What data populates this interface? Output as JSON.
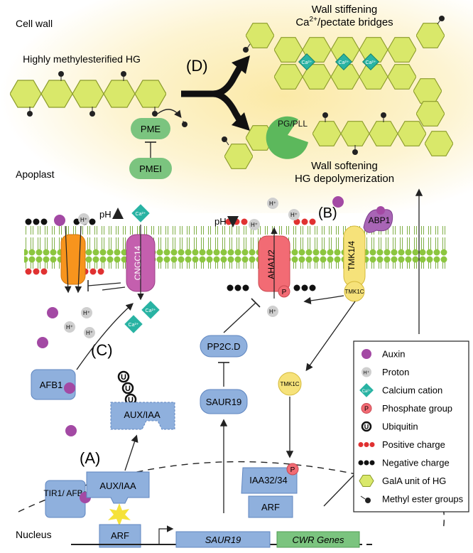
{
  "regions": {
    "cell_wall": "Cell wall",
    "apoplast": "Apoplast",
    "nucleus": "Nucleus"
  },
  "wall": {
    "hg_label": "Highly methylesterified HG",
    "stiffening_line1": "Wall stiffening",
    "stiffening_line2_prefix": "Ca",
    "stiffening_line2_sup": "2+",
    "stiffening_line2_suffix": "/pectate bridges",
    "softening_line1": "Wall softening",
    "softening_line2": "HG depolymerization",
    "step_d": "(D)",
    "pme": "PME",
    "pmei": "PMEI",
    "pg_pll": "PG/PLL"
  },
  "membrane": {
    "step_b": "(B)",
    "ph_left": "pH",
    "ph_right": "pH",
    "cngc14": "CNGC14",
    "aha": "AHA1/2",
    "tmk14": "TMK1/4",
    "tmk1c": "TMK1C",
    "abp1": "ABP1"
  },
  "cytoplasm": {
    "step_c": "(C)",
    "step_a": "(A)",
    "afb1": "AFB1",
    "aux_iaa_degraded": "AUX/IAA",
    "pp2cd": "PP2C.D",
    "saur19": "SAUR19",
    "tmk1c_free": "TMK1C"
  },
  "nucleus": {
    "tir1": "TIR1/ AFBs",
    "aux_iaa": "AUX/IAA",
    "arf_left": "ARF",
    "iaa3234": "IAA32/34",
    "arf_right": "ARF",
    "gene_saur19": "SAUR19",
    "gene_cwr": "CWR Genes"
  },
  "symbols": {
    "proton": "H⁺",
    "ca": "Ca²⁺",
    "phosphate": "P",
    "ubiquitin": "U"
  },
  "legend": {
    "items": [
      {
        "icon": "auxin",
        "label": "Auxin"
      },
      {
        "icon": "proton",
        "label": "Proton"
      },
      {
        "icon": "calcium",
        "label": "Calcium cation"
      },
      {
        "icon": "phosphate",
        "label": "Phosphate group"
      },
      {
        "icon": "ubiquitin",
        "label": "Ubiquitin"
      },
      {
        "icon": "positive",
        "label": "Positive charge"
      },
      {
        "icon": "negative",
        "label": "Negative charge"
      },
      {
        "icon": "gala",
        "label": "GalA unit of HG"
      },
      {
        "icon": "methyl",
        "label": "Methyl ester groups"
      }
    ]
  },
  "colors": {
    "membrane": "#8cc63f",
    "hexagon": "#d9e86a",
    "protein_blue": "#8fb0dd",
    "gene_green": "#7bc47f",
    "auxin": "#a349a4",
    "calcium": "#29b3a3",
    "aha": "#f26b74",
    "cngc": "#c45fae",
    "channel": "#f7941d",
    "tmk": "#f6e27a"
  }
}
